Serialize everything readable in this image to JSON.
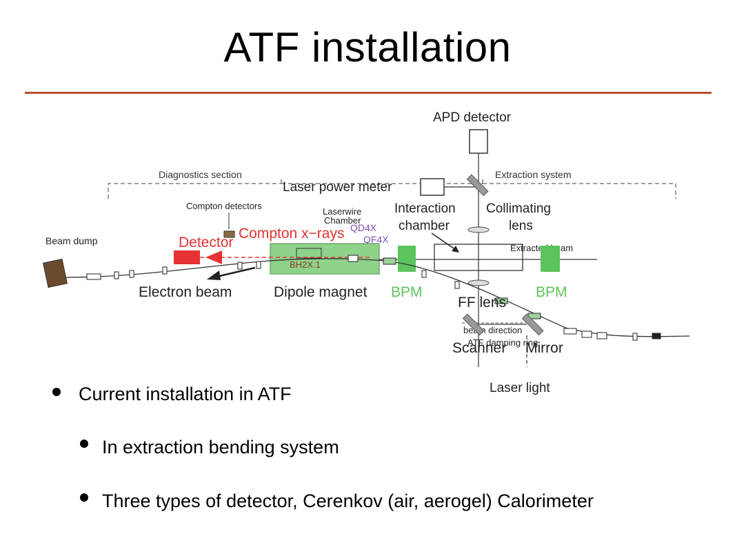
{
  "title": "ATF installation",
  "diagram": {
    "apd_detector": "APD detector",
    "diagnostics_section": "Diagnostics section",
    "extraction_system": "Extraction system",
    "laser_power_meter": "Laser power meter",
    "compton_detectors": "Compton detectors",
    "laserwire_chamber_line1": "Laserwire",
    "laserwire_chamber_line2": "Chamber",
    "interaction_chamber_line1": "Interaction",
    "interaction_chamber_line2": "chamber",
    "collimating_lens_line1": "Collimating",
    "collimating_lens_line2": "lens",
    "beam_dump": "Beam dump",
    "detector": "Detector",
    "compton_xrays": "Compton x−rays",
    "qd4x": "QD4X",
    "qf4x": "QF4X",
    "extracted_beam": "Extracted beam",
    "bh2x1": "BH2X.1",
    "electron_beam": "Electron beam",
    "dipole_magnet": "Dipole magnet",
    "bpm_left": "BPM",
    "bpm_right": "BPM",
    "ff_lens": "FF lens",
    "beam_direction": "beam direction",
    "atf_damping_ring": "ATF damping ring",
    "scanner": "Scanner",
    "mirror": "Mirror",
    "laser_light": "Laser light"
  },
  "colors": {
    "rule": "#b5502a",
    "red": "#e53232",
    "green": "#5cc45c",
    "purple": "#8050b8",
    "brown": "#6b4a2e"
  },
  "bullets": [
    "Current installation in ATF",
    "In extraction bending system",
    "Three types of detector, Cerenkov (air, aerogel) Calorimeter"
  ]
}
